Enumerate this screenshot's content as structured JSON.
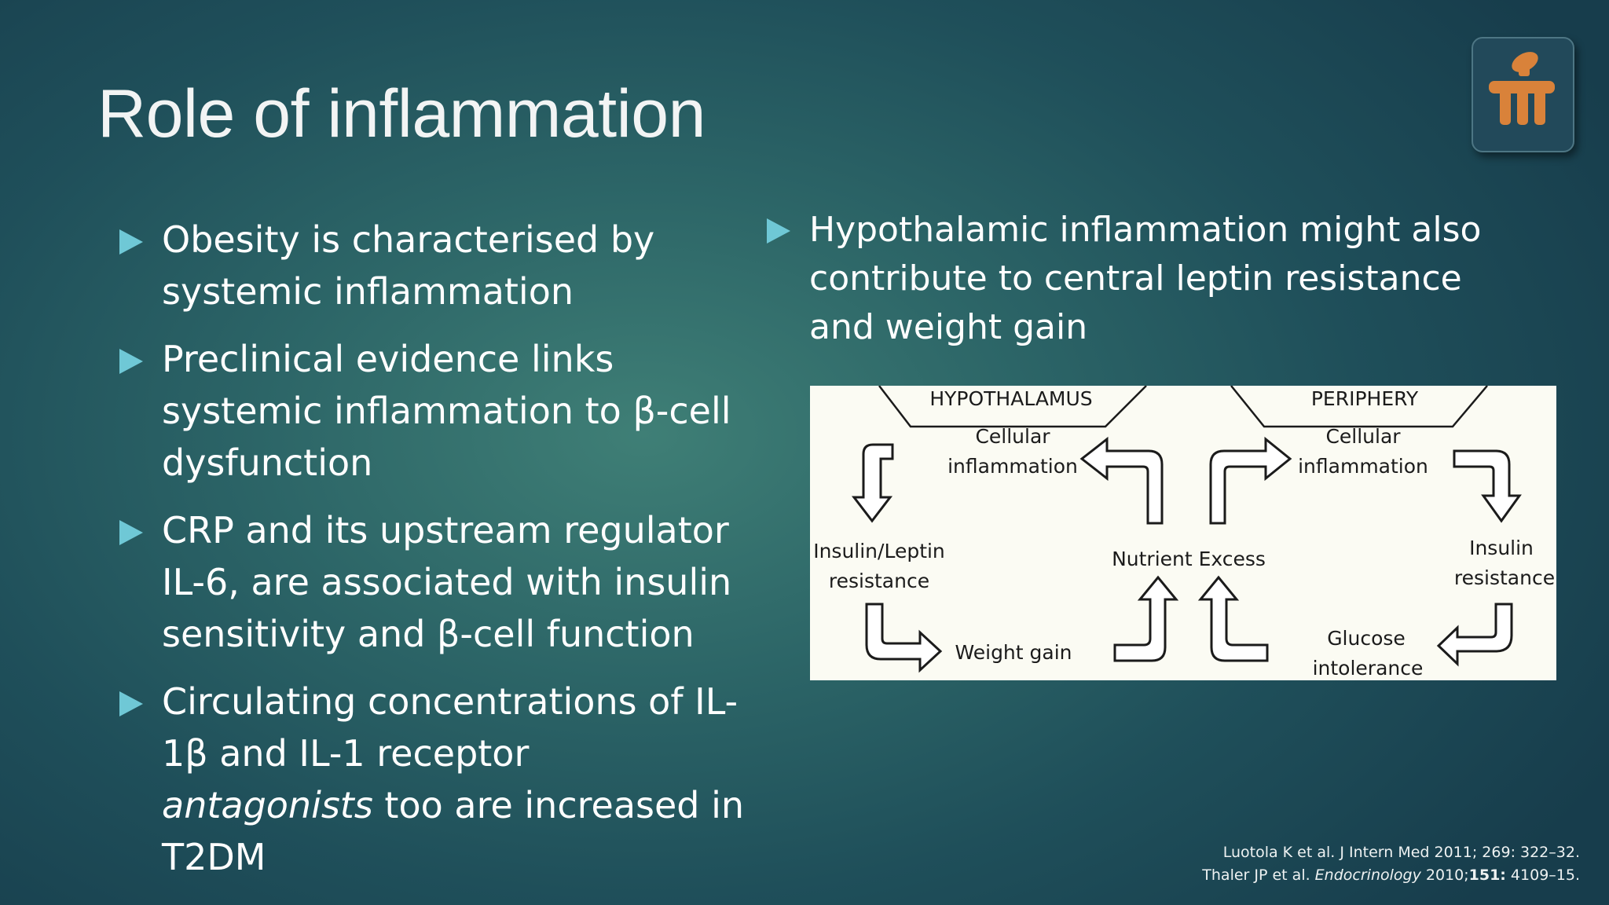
{
  "slide": {
    "title": "Role of inflammation"
  },
  "left_bullets": [
    {
      "text": "Obesity is characterised by systemic inflammation"
    },
    {
      "text": "Preclinical evidence links systemic inflammation to β-cell dysfunction"
    },
    {
      "text": "CRP and its upstream regulator IL-6, are associated with insulin sensitivity and β-cell function"
    },
    {
      "pre": "Circulating concentrations of IL-1β and IL-1 receptor ",
      "em": "antagonists",
      "post": " too are increased in T2DM"
    }
  ],
  "right_bullets": [
    {
      "text": "Hypothalamic inflammation might also contribute to central leptin resistance and weight gain"
    }
  ],
  "diagram": {
    "hypothalamus_label": "HYPOTHALAMUS",
    "periphery_label": "PERIPHERY",
    "left_cellular_line1": "Cellular",
    "left_cellular_line2": "inflammation",
    "right_cellular_line1": "Cellular",
    "right_cellular_line2": "inflammation",
    "insulin_leptin_line1": "Insulin/Leptin",
    "insulin_leptin_line2": "resistance",
    "nutrient_excess": "Nutrient Excess",
    "insulin_resistance_line1": "Insulin",
    "insulin_resistance_line2": "resistance",
    "weight_gain": "Weight gain",
    "glucose_line1": "Glucose",
    "glucose_line2": "intolerance"
  },
  "references": {
    "ref1": "Luotola K et al. J Intern Med 2011; 269: 322–32.",
    "ref2_pre": "Thaler JP et al. ",
    "ref2_journal": "Endocrinology",
    "ref2_year": " 2010;",
    "ref2_volume": "151:",
    "ref2_pages": " 4109–15."
  },
  "colors": {
    "bullet_marker": "#6fc8d6",
    "logo_mark": "#d9823a",
    "logo_bg": "#22495a"
  },
  "icons": {
    "logo": "medical-society-logo-icon",
    "bullet": "triangle-bullet-icon"
  }
}
